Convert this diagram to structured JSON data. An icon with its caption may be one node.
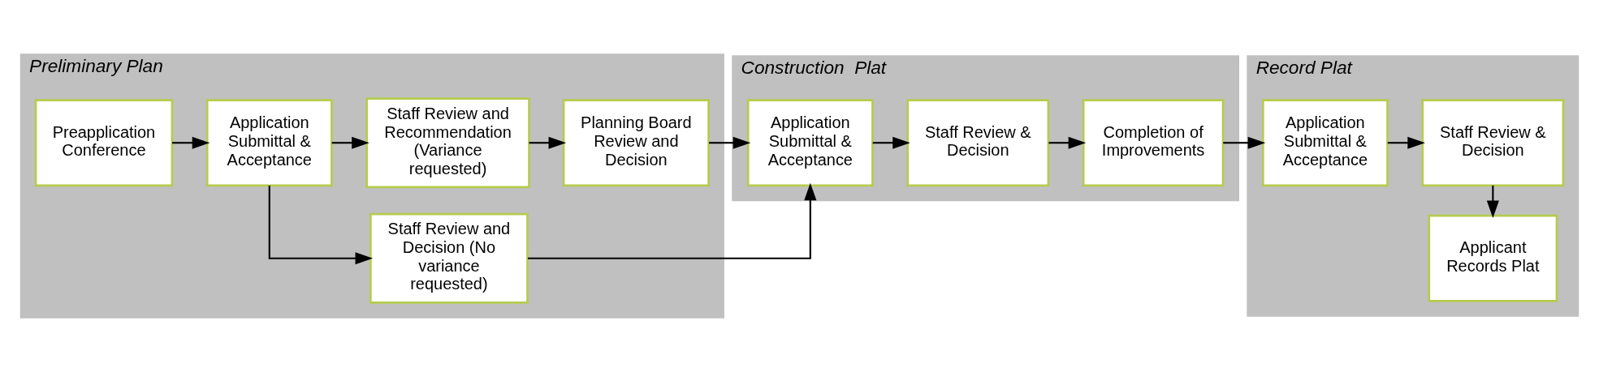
{
  "diagram": {
    "nodes": [
      {
        "text": [
          "Preliminary Plan"
        ]
      },
      {
        "text": [
          "Preapplication Conference"
        ],
        "in": 0
      },
      {
        "text": [
          "Application Submittal & Acceptance"
        ],
        "in": 0
      },
      {
        "text": [
          "Staff Review and Recommendation (Variance requested)"
        ],
        "in": 0
      },
      {
        "text": [
          "Staff Review and Decision (No variance requested)"
        ],
        "in": 0
      },
      {
        "text": [
          "Planning Board Review and Decision"
        ],
        "in": 0
      },
      {
        "text": [
          "Construction  Plat"
        ]
      },
      {
        "text": [
          "Application Submittal & Acceptance"
        ],
        "in": 6
      },
      {
        "text": [
          "Staff Review & Decision"
        ],
        "in": 6
      },
      {
        "text": [
          "Completion of Improvements"
        ],
        "in": 6
      },
      {
        "text": [
          "Record Plat"
        ]
      },
      {
        "text": [
          "Application Submittal & Acceptance"
        ],
        "in": 10
      },
      {
        "text": [
          "Staff Review & Decision"
        ],
        "in": 10
      },
      {
        "text": [
          "Applicant Records Plat"
        ],
        "in": 10
      }
    ],
    "edges": [
      {
        "from": 1,
        "to": 2,
        "arrow": "to"
      },
      {
        "from": 2,
        "to": 3,
        "arrow": "to"
      },
      {
        "from": 2,
        "to": 4,
        "arrow": "to"
      },
      {
        "from": 3,
        "to": 5,
        "arrow": "to"
      },
      {
        "from": 5,
        "to": 7,
        "arrow": "to"
      },
      {
        "from": 4,
        "to": 7,
        "arrow": "to"
      },
      {
        "from": 7,
        "to": 8,
        "arrow": "to"
      },
      {
        "from": 8,
        "to": 9,
        "arrow": "to"
      },
      {
        "from": 9,
        "to": 11,
        "arrow": "to"
      },
      {
        "from": 11,
        "to": 12,
        "arrow": "to"
      },
      {
        "from": 12,
        "to": 13,
        "arrow": "to"
      }
    ]
  }
}
